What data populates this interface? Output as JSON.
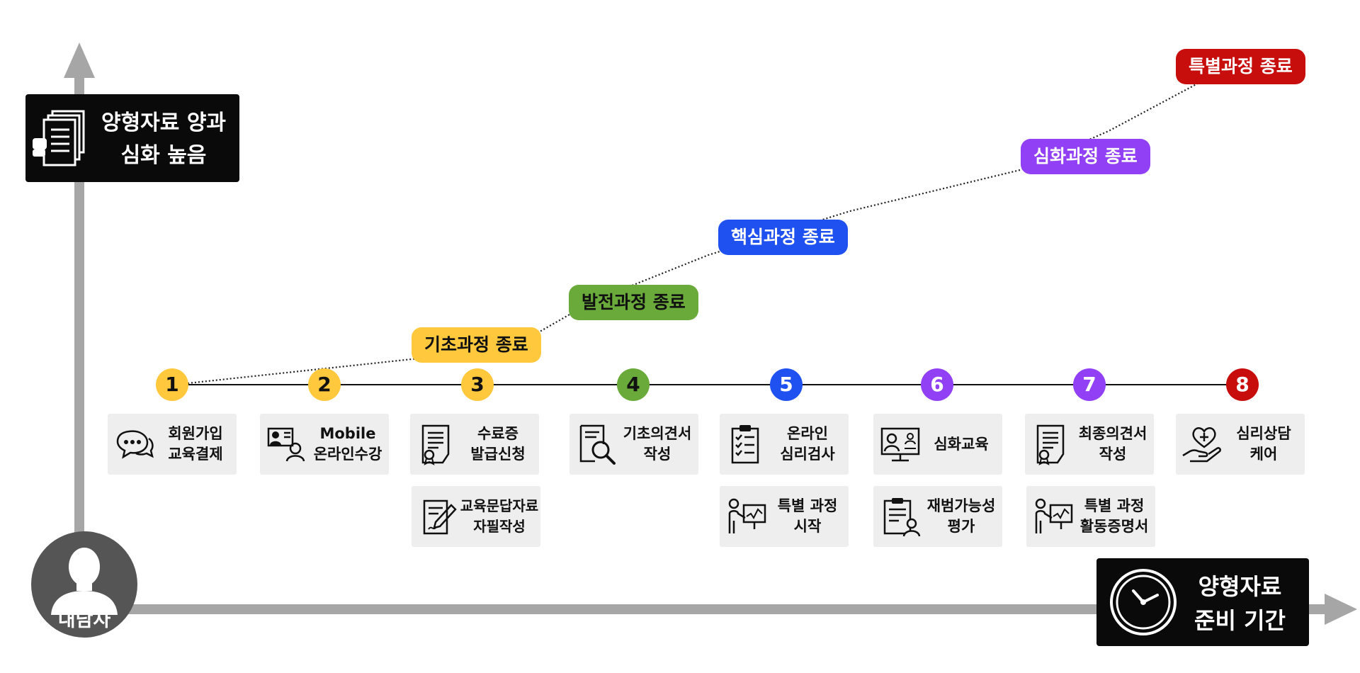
{
  "y_axis": {
    "label": "양형자료 양과\n심화 높음",
    "icon": "document-stack-icon"
  },
  "x_axis": {
    "label": "양형자료\n준비 기간",
    "icon": "clock-icon"
  },
  "actor": {
    "label": "내담자",
    "icon": "person-icon"
  },
  "milestones": [
    {
      "label": "기초과정 종료",
      "color": "#ffc83d",
      "text_color": "#111111"
    },
    {
      "label": "발전과정 종료",
      "color": "#6aaa3a",
      "text_color": "#111111"
    },
    {
      "label": "핵심과정 종료",
      "color": "#1f50f0",
      "text_color": "#ffffff"
    },
    {
      "label": "심화과정 종료",
      "color": "#9140f5",
      "text_color": "#ffffff"
    },
    {
      "label": "특별과정 종료",
      "color": "#c80d0d",
      "text_color": "#ffffff"
    }
  ],
  "steps": [
    {
      "num": "1",
      "color": "#ffc83d",
      "text_color": "#111111"
    },
    {
      "num": "2",
      "color": "#ffc83d",
      "text_color": "#111111"
    },
    {
      "num": "3",
      "color": "#ffc83d",
      "text_color": "#111111"
    },
    {
      "num": "4",
      "color": "#6aaa3a",
      "text_color": "#111111"
    },
    {
      "num": "5",
      "color": "#1f50f0",
      "text_color": "#ffffff"
    },
    {
      "num": "6",
      "color": "#9140f5",
      "text_color": "#ffffff"
    },
    {
      "num": "7",
      "color": "#9140f5",
      "text_color": "#ffffff"
    },
    {
      "num": "8",
      "color": "#c80d0d",
      "text_color": "#ffffff"
    }
  ],
  "cards": [
    {
      "label": "회원가입\n교육결제",
      "icon": "chat-bubbles-icon"
    },
    {
      "label": "Mobile\n온라인수강",
      "icon": "online-lecture-icon"
    },
    {
      "label": "수료증\n발급신청",
      "icon": "certificate-icon"
    },
    {
      "label": "교육문답자료\n자필작성",
      "icon": "handwriting-icon"
    },
    {
      "label": "기초의견서\n작성",
      "icon": "document-search-icon"
    },
    {
      "label": "온라인\n심리검사",
      "icon": "checklist-icon"
    },
    {
      "label": "특별 과정\n시작",
      "icon": "presenter-chart-icon"
    },
    {
      "label": "심화교육",
      "icon": "video-class-icon"
    },
    {
      "label": "재범가능성\n평가",
      "icon": "clipboard-person-icon"
    },
    {
      "label": "최종의견서\n작성",
      "icon": "certificate-icon"
    },
    {
      "label": "특별 과정\n활동증명서",
      "icon": "presenter-chart-icon"
    },
    {
      "label": "심리상담\n케어",
      "icon": "heart-hand-icon"
    }
  ]
}
